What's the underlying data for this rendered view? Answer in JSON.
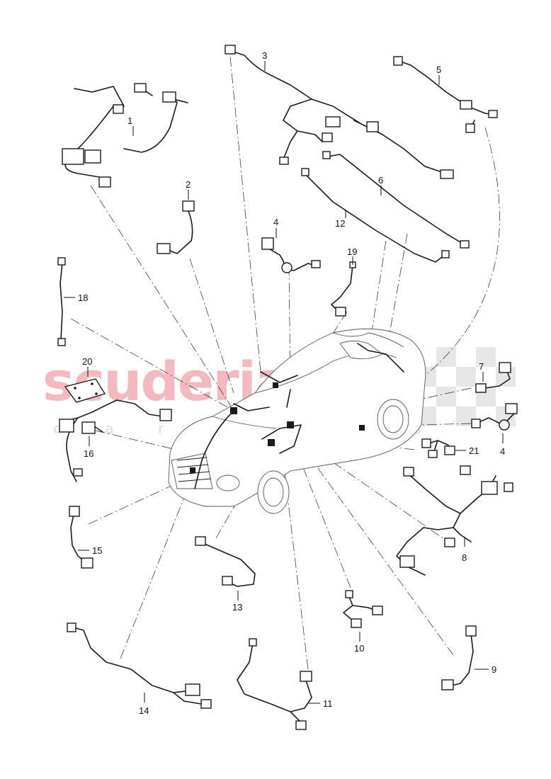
{
  "watermark": {
    "main": "scuderia",
    "sub": "c a r p a r t s"
  },
  "callouts": {
    "p1": "1",
    "p2": "2",
    "p3": "3",
    "p4a": "4",
    "p4b": "4",
    "p5": "5",
    "p6": "6",
    "p7": "7",
    "p8": "8",
    "p9": "9",
    "p10": "10",
    "p11": "11",
    "p12": "12",
    "p13": "13",
    "p14": "14",
    "p15": "15",
    "p16": "16",
    "p18": "18",
    "p19": "19",
    "p20": "20",
    "p21": "21"
  }
}
